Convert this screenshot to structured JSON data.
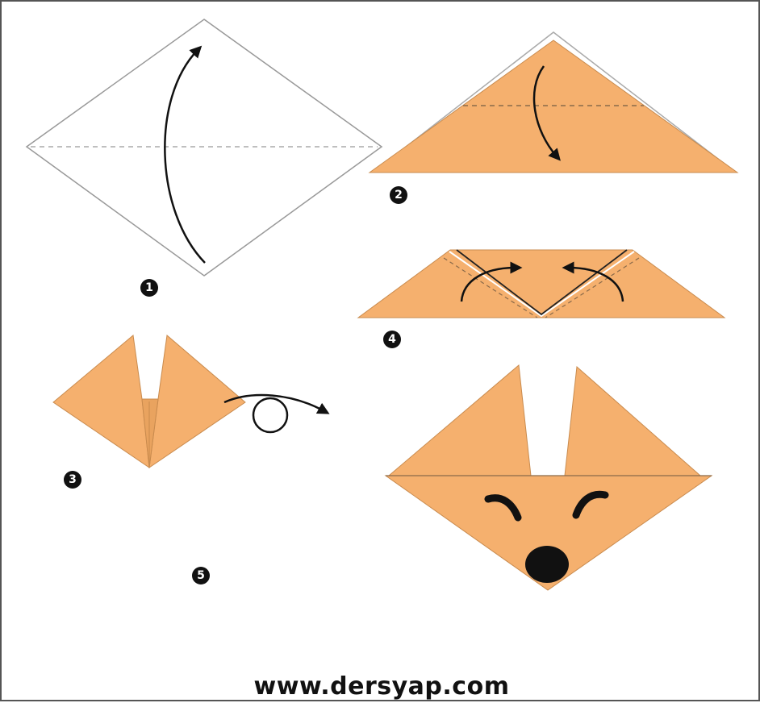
{
  "colors": {
    "paper": "#f5b06e",
    "fold_line": "#999999",
    "outline": "#aaaaaa",
    "ink": "#111111"
  },
  "steps": [
    {
      "number": "1"
    },
    {
      "number": "2"
    },
    {
      "number": "3"
    },
    {
      "number": "4"
    },
    {
      "number": "5"
    }
  ],
  "footer": {
    "url": "www.dersyap.com"
  }
}
